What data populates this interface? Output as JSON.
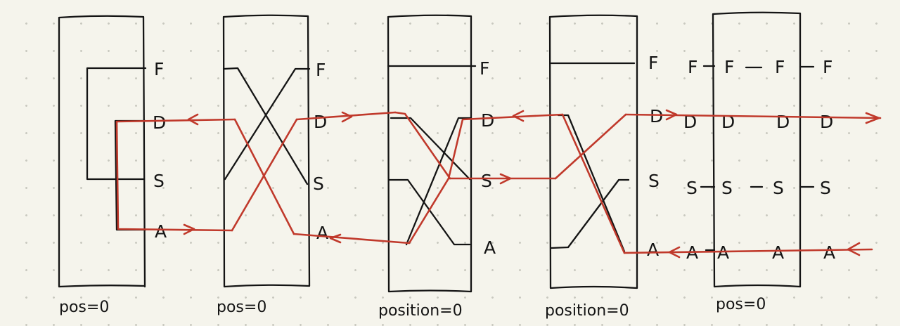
{
  "rotors": [
    {
      "letters": [
        "F",
        "D",
        "S",
        "A"
      ],
      "caption": "pos=0"
    },
    {
      "letters": [
        "F",
        "D",
        "S",
        "A"
      ],
      "caption": "pos=0"
    },
    {
      "letters": [
        "F",
        "D",
        "S",
        "A"
      ],
      "caption": "position=0"
    },
    {
      "letters": [
        "F",
        "D",
        "S",
        "A"
      ],
      "caption": "position=0"
    },
    {
      "letters": [],
      "caption": "pos=0"
    }
  ],
  "plugboard_letters": [
    "F",
    "D",
    "S",
    "A"
  ],
  "colors": {
    "ink": "#141414",
    "signal": "#c0392b",
    "paper": "#f5f4ec"
  }
}
